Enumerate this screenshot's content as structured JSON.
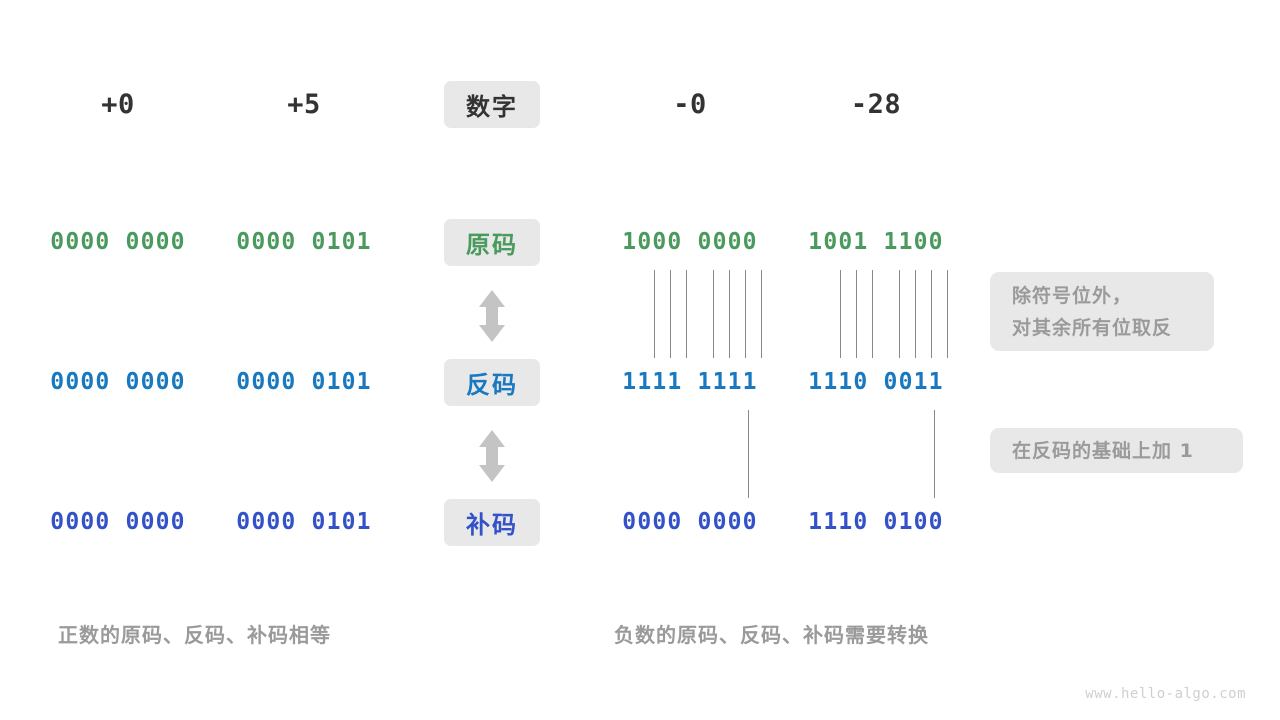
{
  "meta": {
    "watermark": "www.hello-algo.com",
    "colors": {
      "green": "#4a9a5e",
      "blue": "#1878c0",
      "indigo": "#3452c8",
      "gray_text": "#9a9a9a",
      "pill_bg": "#e8e8e8",
      "dark": "#333333",
      "tick": "#888888",
      "background": "#ffffff"
    }
  },
  "row_labels": {
    "header": "数字",
    "sign_magnitude": "原码",
    "ones_complement": "反码",
    "twos_complement": "补码"
  },
  "columns": {
    "headers": [
      "+0",
      "+5",
      "-0",
      "-28"
    ]
  },
  "table": {
    "sign_magnitude": {
      "plus_zero": "0000 0000",
      "plus_five": "0000 0101",
      "minus_zero": "1000 0000",
      "minus_twenty_eight": "1001 1100"
    },
    "ones_complement": {
      "plus_zero": "0000 0000",
      "plus_five": "0000 0101",
      "minus_zero": "1111 1111",
      "minus_twenty_eight": "1110 0011"
    },
    "twos_complement": {
      "plus_zero": "0000 0000",
      "plus_five": "0000 0101",
      "minus_zero": "0000 0000",
      "minus_twenty_eight": "1110 0100"
    }
  },
  "notes": {
    "invert_line1": "除符号位外，",
    "invert_line2": "对其余所有位取反",
    "add_one": "在反码的基础上加 1"
  },
  "captions": {
    "positive": "正数的原码、反码、补码相等",
    "negative": "负数的原码、反码、补码需要转换"
  },
  "icons": {
    "arrow_top": "double-arrow-vertical",
    "arrow_bottom": "double-arrow-vertical"
  }
}
